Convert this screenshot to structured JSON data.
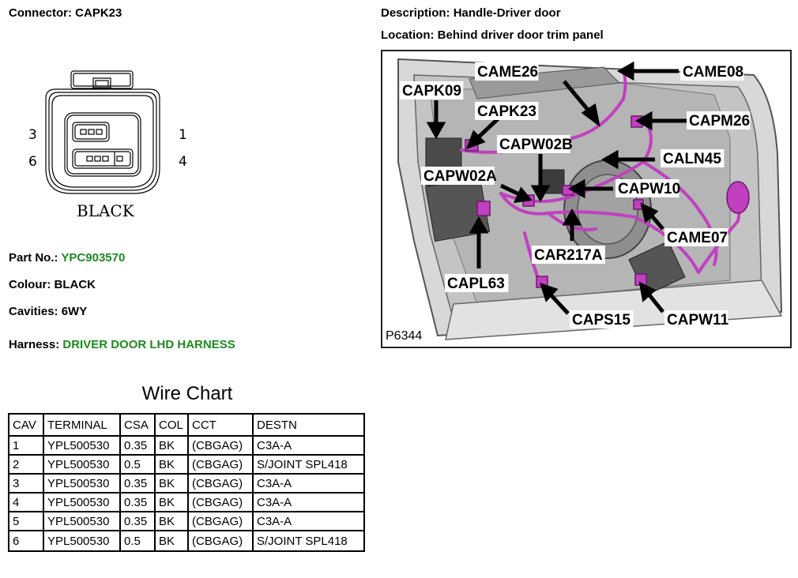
{
  "connector": {
    "label": "Connector:",
    "value": "CAPK23"
  },
  "description": {
    "label": "Description:",
    "value": "Handle-Driver door"
  },
  "location": {
    "label": "Location:",
    "value": "Behind driver door trim panel"
  },
  "diagram": {
    "pin_3": "3",
    "pin_1": "1",
    "pin_6": "6",
    "pin_4": "4",
    "colour_text": "BLACK"
  },
  "part_no": {
    "label": "Part No.:",
    "value": "YPC903570"
  },
  "colour": {
    "label": "Colour:",
    "value": "BLACK"
  },
  "cavities": {
    "label": "Cavities:",
    "value": "6WY"
  },
  "harness": {
    "label": "Harness:",
    "value": "DRIVER DOOR LHD HARNESS"
  },
  "photo": {
    "ref": "P6344",
    "callouts": [
      "CAME26",
      "CAME08",
      "CAPK09",
      "CAPK23",
      "CAPM26",
      "CAPW02B",
      "CALN45",
      "CAPW02A",
      "CAPW10",
      "CAME07",
      "CAR217A",
      "CAPL63",
      "CAPS15",
      "CAPW11"
    ]
  },
  "wire_chart": {
    "title": "Wire Chart",
    "headers": [
      "CAV",
      "TERMINAL",
      "CSA",
      "COL",
      "CCT",
      "DESTN"
    ],
    "rows": [
      [
        "1",
        "YPL500530",
        "0.35",
        "BK",
        "(CBGAG)",
        "C3A-A"
      ],
      [
        "2",
        "YPL500530",
        "0.5",
        "BK",
        "(CBGAG)",
        "S/JOINT SPL418"
      ],
      [
        "3",
        "YPL500530",
        "0.35",
        "BK",
        "(CBGAG)",
        "C3A-A"
      ],
      [
        "4",
        "YPL500530",
        "0.35",
        "BK",
        "(CBGAG)",
        "C3A-A"
      ],
      [
        "5",
        "YPL500530",
        "0.35",
        "BK",
        "(CBGAG)",
        "C3A-A"
      ],
      [
        "6",
        "YPL500530",
        "0.5",
        "BK",
        "(CBGAG)",
        "S/JOINT SPL418"
      ]
    ]
  },
  "colors": {
    "green_text": "#1e8a1e",
    "harness_magenta": "#c040c0"
  }
}
